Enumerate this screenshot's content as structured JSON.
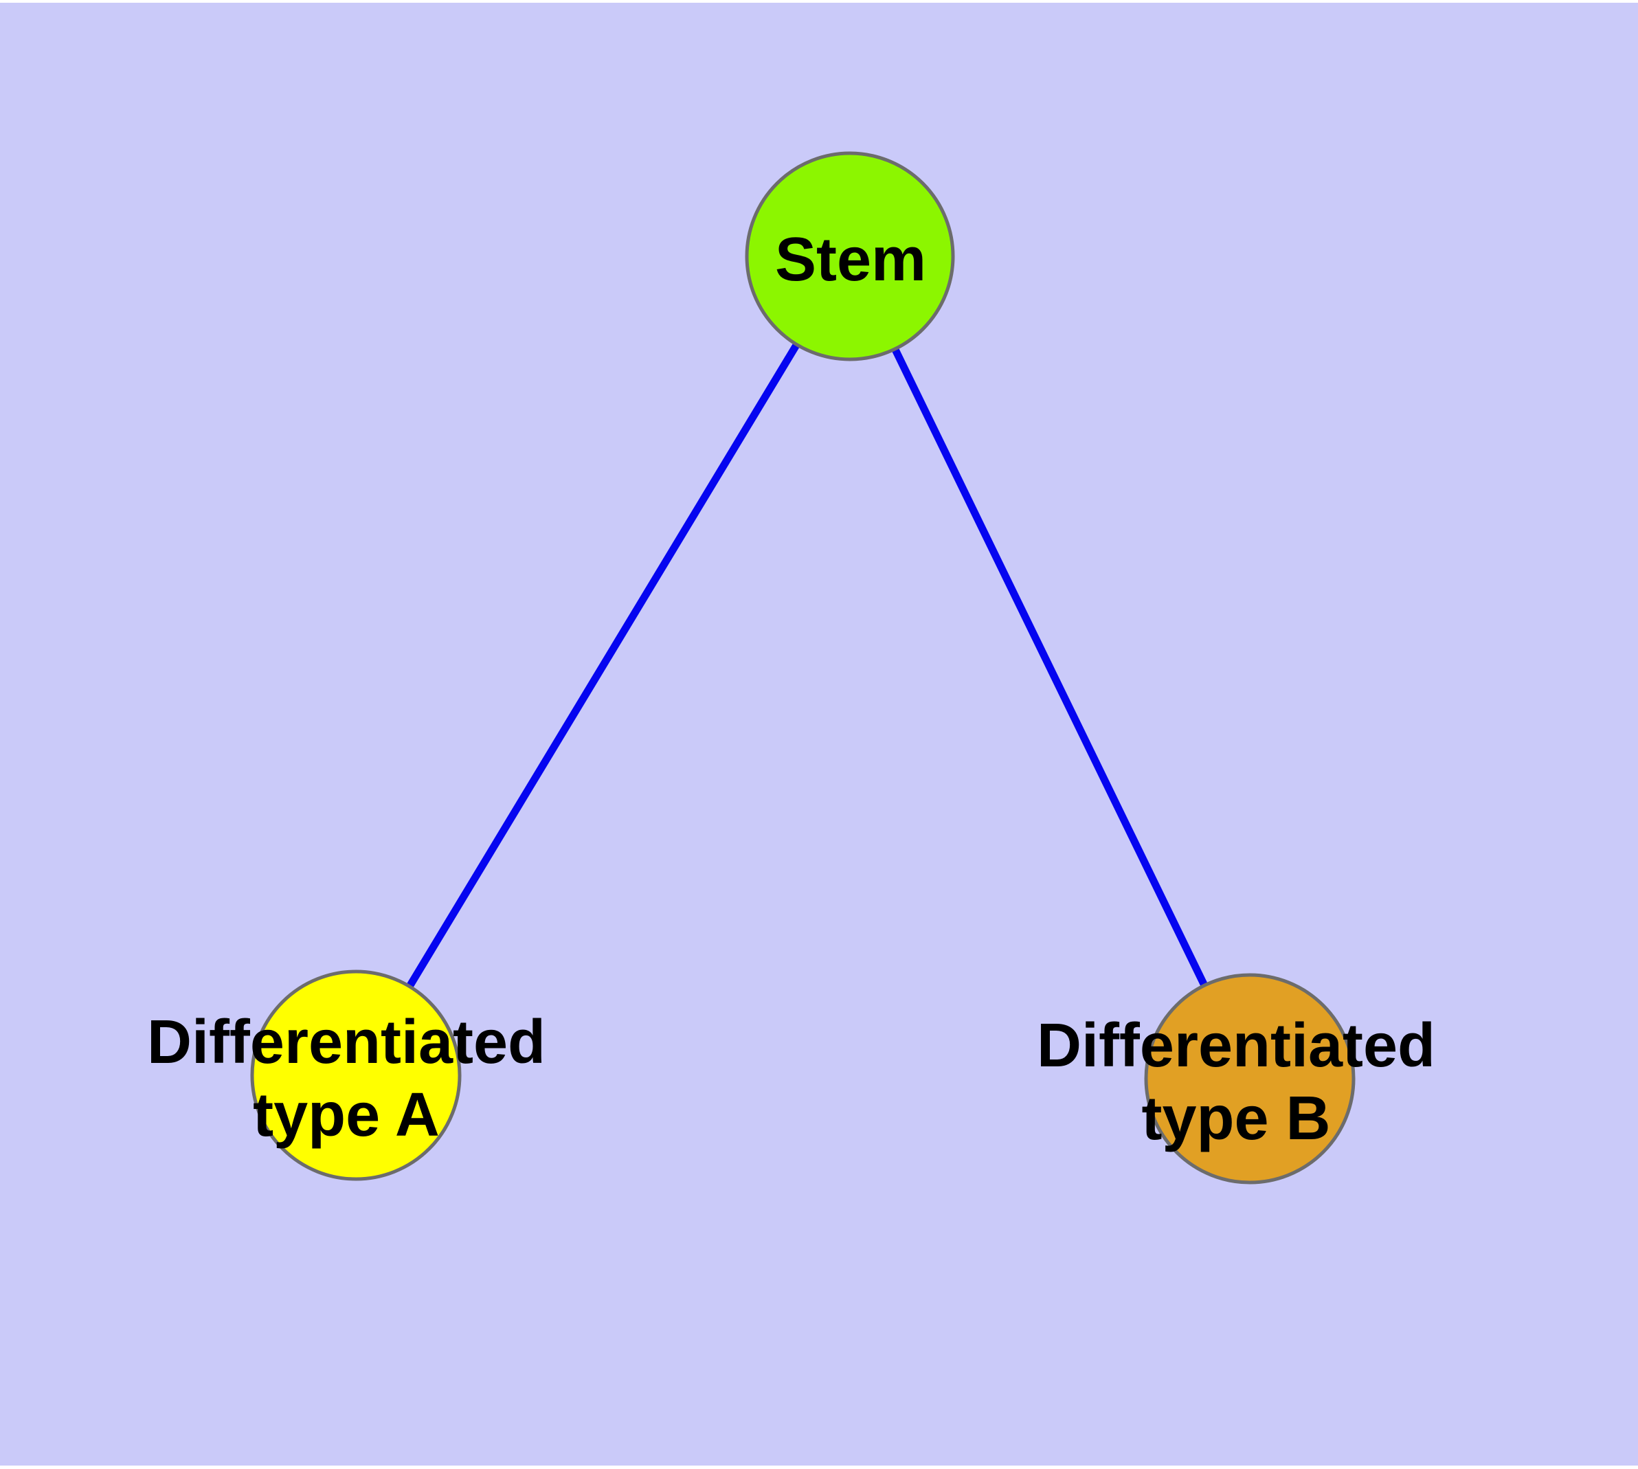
{
  "diagram": {
    "colors": {
      "background": "#CACAF9",
      "page_margin": "#FFFFFF",
      "edge": "#0505F0",
      "node_border": "#6C6C6C",
      "label_text": "#000000"
    },
    "nodes": {
      "stem": {
        "label": "Stem",
        "fill": "#8CF600"
      },
      "type_a": {
        "label_line1": "Differentiated",
        "label_line2": "type A",
        "fill": "#FFFF00"
      },
      "type_b": {
        "label_line1": "Differentiated",
        "label_line2": "type B",
        "fill": "#E1A024"
      }
    },
    "edges": [
      {
        "from": "Stem",
        "to": "Differentiated type A"
      },
      {
        "from": "Stem",
        "to": "Differentiated type B"
      }
    ]
  }
}
